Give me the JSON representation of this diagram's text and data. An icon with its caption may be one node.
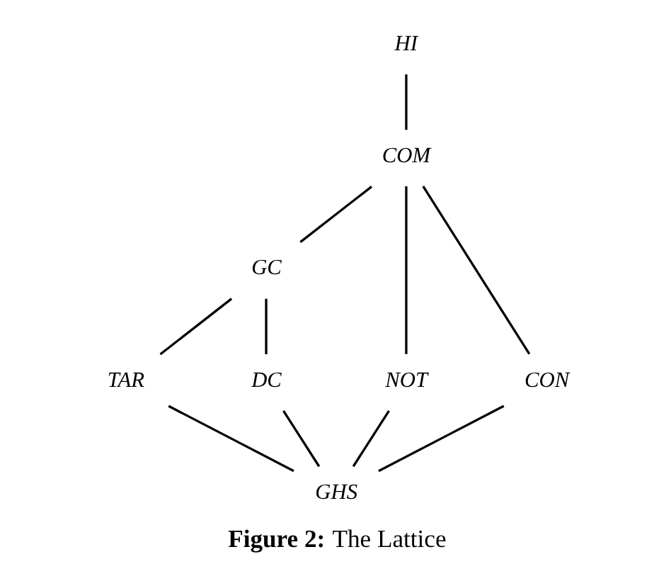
{
  "diagram": {
    "caption": "**Figure 2:** The Lattice",
    "nodes": [
      {
        "text": [
          "HI"
        ]
      },
      {
        "text": [
          "COM"
        ]
      },
      {
        "text": [
          "GC"
        ]
      },
      {
        "text": [
          "TAR"
        ]
      },
      {
        "text": [
          "DC"
        ]
      },
      {
        "text": [
          "NOT"
        ]
      },
      {
        "text": [
          "CON"
        ]
      },
      {
        "text": [
          "GHS"
        ]
      }
    ],
    "edges": [
      {
        "from": 0,
        "to": 1,
        "arrow": "none"
      },
      {
        "from": 1,
        "to": 2,
        "arrow": "none"
      },
      {
        "from": 1,
        "to": 5,
        "arrow": "none"
      },
      {
        "from": 1,
        "to": 6,
        "arrow": "none"
      },
      {
        "from": 2,
        "to": 3,
        "arrow": "none"
      },
      {
        "from": 2,
        "to": 4,
        "arrow": "none"
      },
      {
        "from": 3,
        "to": 7,
        "arrow": "none"
      },
      {
        "from": 4,
        "to": 7,
        "arrow": "none"
      },
      {
        "from": 5,
        "to": 7,
        "arrow": "none"
      },
      {
        "from": 6,
        "to": 7,
        "arrow": "none"
      }
    ]
  }
}
